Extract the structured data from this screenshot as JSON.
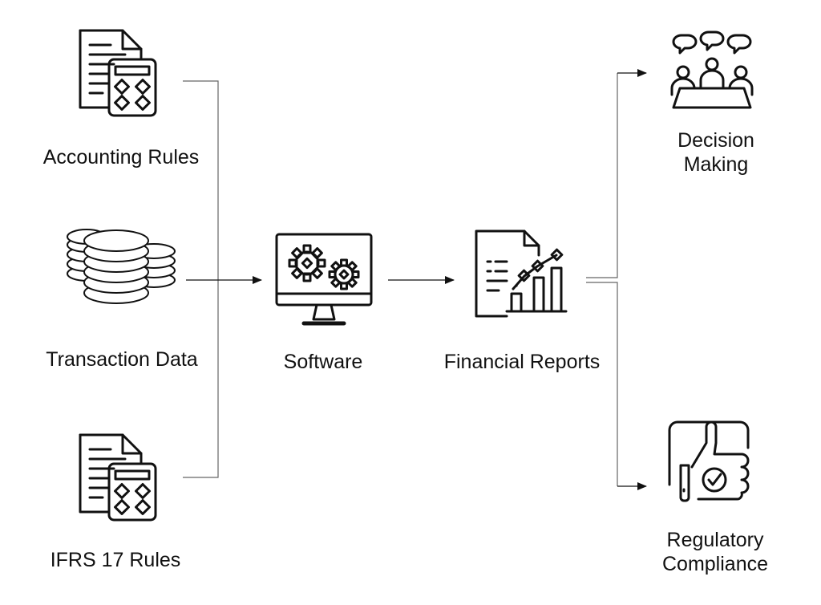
{
  "inputs": {
    "accounting_rules": "Accounting Rules",
    "transaction_data": "Transaction Data",
    "ifrs17_rules": "IFRS 17 Rules"
  },
  "process": {
    "software": "Software",
    "financial_reports": "Financial Reports"
  },
  "outputs": {
    "decision_making_line1": "Decision",
    "decision_making_line2": "Making",
    "regulatory_line1": "Regulatory",
    "regulatory_line2": "Compliance"
  },
  "icons": {
    "accounting_rules": "document-calculator-icon",
    "transaction_data": "database-stack-icon",
    "ifrs17_rules": "document-calculator-icon",
    "software": "monitor-gears-icon",
    "financial_reports": "report-chart-icon",
    "decision_making": "meeting-discussion-icon",
    "regulatory_compliance": "thumbs-up-check-icon"
  },
  "colors": {
    "stroke": "#111111",
    "line": "#666666",
    "background": "#ffffff"
  }
}
